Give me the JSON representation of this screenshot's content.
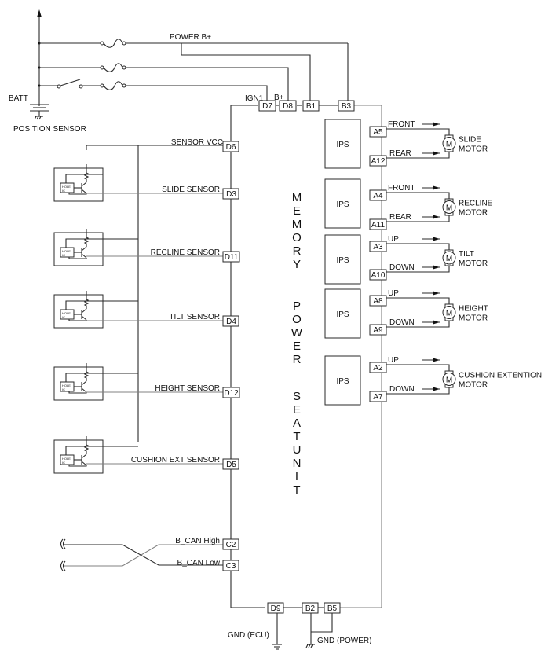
{
  "power": {
    "label_power_b": "POWER B+",
    "label_batt": "BATT",
    "label_position_sensor": "POSITION SENSOR",
    "label_ign1": "IGN1",
    "label_b_plus": "B+"
  },
  "unit": {
    "title_letters": [
      "M",
      "E",
      "M",
      "O",
      "R",
      "Y",
      "",
      "P",
      "O",
      "W",
      "E",
      "R",
      "",
      "S",
      "E",
      "A",
      "T",
      "U",
      "N",
      "I",
      "T"
    ],
    "title": "MEMORY POWER SEATUNIT"
  },
  "top_pins": [
    "D7",
    "D8",
    "B1",
    "B3"
  ],
  "bottom_pins": [
    "D9",
    "B2",
    "B5"
  ],
  "ground": {
    "ecu_label": "GND (ECU)",
    "power_label": "GND (POWER)"
  },
  "sensor_vcc": {
    "label": "SENSOR VCC",
    "pin": "D6"
  },
  "sensors": [
    {
      "label": "SLIDE SENSOR",
      "pin": "D3",
      "chip": "HOLE IC"
    },
    {
      "label": "RECLINE SENSOR",
      "pin": "D11",
      "chip": "HOLE IC"
    },
    {
      "label": "TILT SENSOR",
      "pin": "D4",
      "chip": "HOLE IC"
    },
    {
      "label": "HEIGHT SENSOR",
      "pin": "D12",
      "chip": "HOLE IC"
    },
    {
      "label": "CUSHION EXT SENSOR",
      "pin": "D5",
      "chip": "HOLE IC"
    }
  ],
  "can": [
    {
      "label": "B_CAN High",
      "pin": "C2"
    },
    {
      "label": "B_CAN Low",
      "pin": "C3"
    }
  ],
  "ips_label": "IPS",
  "motor_symbol": "M",
  "motors": [
    {
      "name_line1": "SLIDE",
      "name_line2": "MOTOR",
      "pin_a": "A5",
      "dir_a": "FRONT",
      "pin_b": "A12",
      "dir_b": "REAR"
    },
    {
      "name_line1": "RECLINE",
      "name_line2": "MOTOR",
      "pin_a": "A4",
      "dir_a": "FRONT",
      "pin_b": "A11",
      "dir_b": "REAR"
    },
    {
      "name_line1": "TILT",
      "name_line2": "MOTOR",
      "pin_a": "A3",
      "dir_a": "UP",
      "pin_b": "A10",
      "dir_b": "DOWN"
    },
    {
      "name_line1": "HEIGHT",
      "name_line2": "MOTOR",
      "pin_a": "A8",
      "dir_a": "UP",
      "pin_b": "A9",
      "dir_b": "DOWN"
    },
    {
      "name_line1": "CUSHION EXTENTION",
      "name_line2": "MOTOR",
      "pin_a": "A2",
      "dir_a": "UP",
      "pin_b": "A7",
      "dir_b": "DOWN"
    }
  ]
}
